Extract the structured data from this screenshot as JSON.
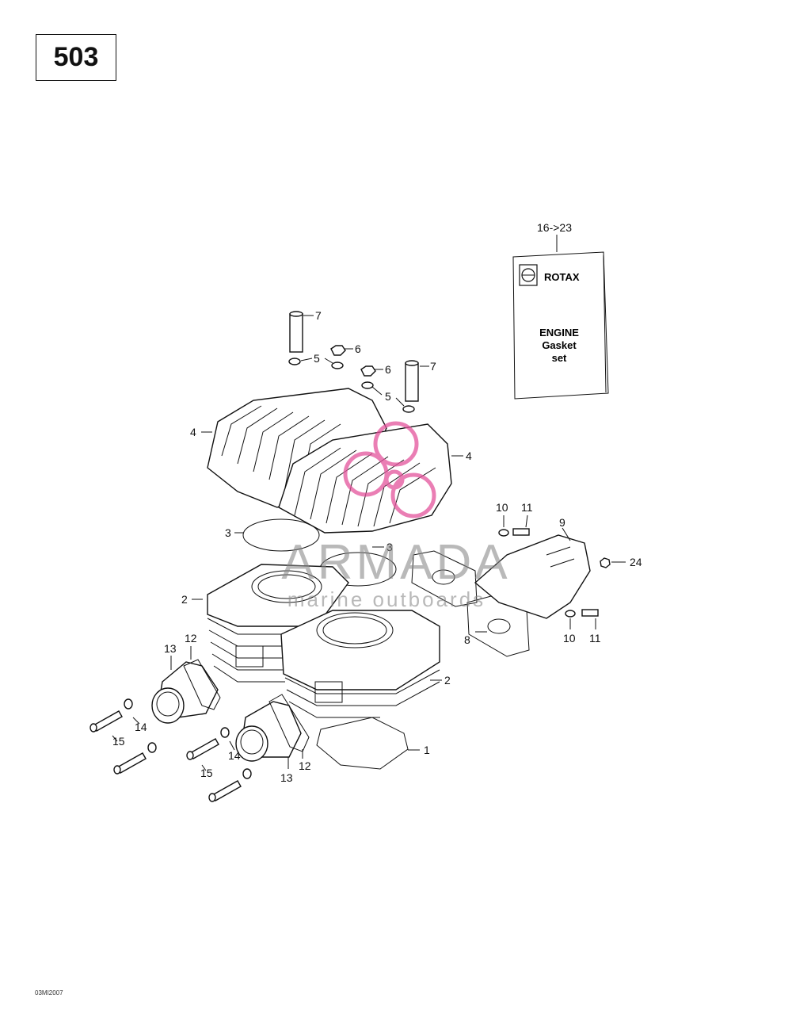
{
  "page_number": "503",
  "figure_code": "03MI2007",
  "kit": {
    "range_label": "16->23",
    "brand": "ROTAX",
    "title_lines": [
      "ENGINE",
      "Gasket",
      "set"
    ]
  },
  "watermark": {
    "brand": "ARMADA",
    "tagline": "marine outboards",
    "color": "#e3539b"
  },
  "callouts": {
    "c1": "1",
    "c2a": "2",
    "c2b": "2",
    "c3a": "3",
    "c3b": "3",
    "c4a": "4",
    "c4b": "4",
    "c5a": "5",
    "c5b": "5",
    "c6a": "6",
    "c6b": "6",
    "c7a": "7",
    "c7b": "7",
    "c8": "8",
    "c9": "9",
    "c10a": "10",
    "c10b": "10",
    "c11a": "11",
    "c11b": "11",
    "c12a": "12",
    "c12b": "12",
    "c13a": "13",
    "c13b": "13",
    "c14a": "14",
    "c14b": "14",
    "c15a": "15",
    "c15b": "15",
    "c24": "24"
  }
}
